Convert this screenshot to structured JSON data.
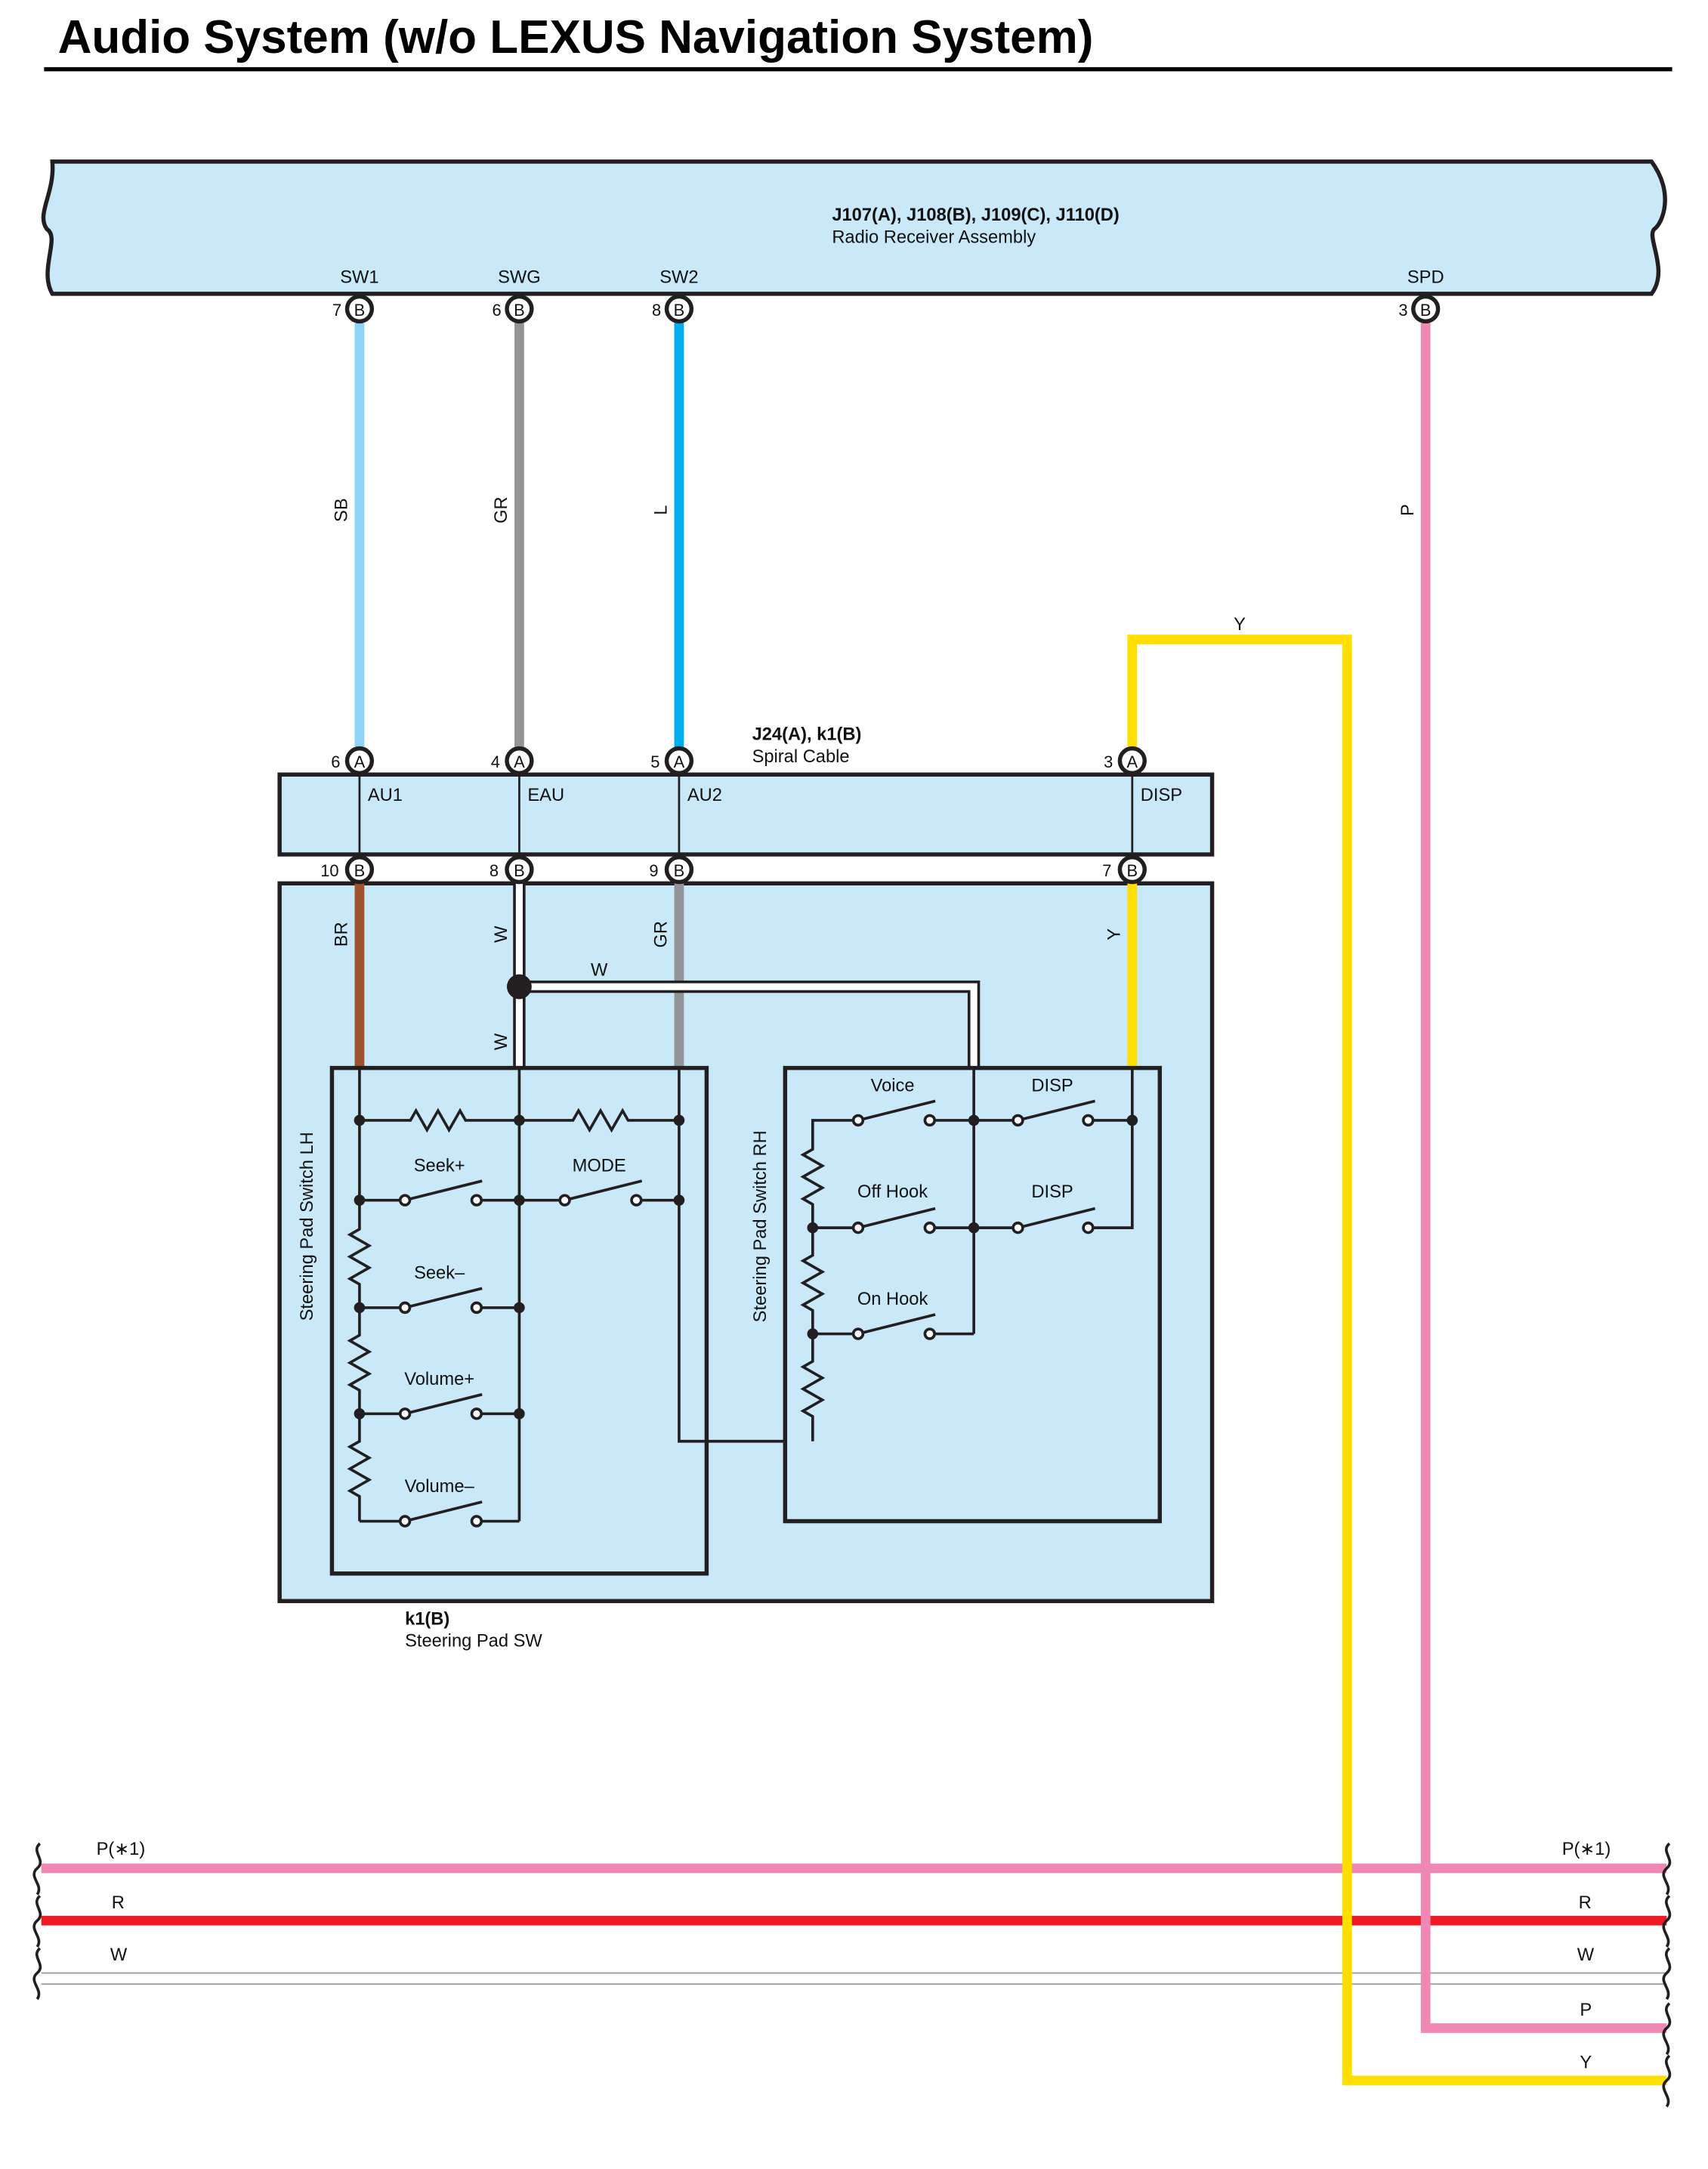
{
  "title": "Audio System (w/o LEXUS Navigation System)",
  "colors": {
    "body_fill": "#c9e8f8",
    "SB": "#8fd3f4",
    "GR": "#929497",
    "L": "#00aeef",
    "P": "#f088b6",
    "Y": "#ffde00",
    "R": "#ed1c24",
    "BR": "#a0522d",
    "W": "#ffffff"
  },
  "receiver": {
    "connectors": "J107(A), J108(B), J109(C), J110(D)",
    "name": "Radio Receiver Assembly",
    "terminals": [
      {
        "name": "SW1",
        "pin": "7",
        "conn": "B"
      },
      {
        "name": "SWG",
        "pin": "6",
        "conn": "B"
      },
      {
        "name": "SW2",
        "pin": "8",
        "conn": "B"
      },
      {
        "name": "SPD",
        "pin": "3",
        "conn": "B"
      }
    ]
  },
  "wires_upper": [
    {
      "color": "SB"
    },
    {
      "color": "GR"
    },
    {
      "color": "L"
    },
    {
      "color": "P"
    }
  ],
  "y_wire_label": "Y",
  "spiral": {
    "connectors": "J24(A), k1(B)",
    "name": "Spiral Cable",
    "top_terms": [
      {
        "pin": "6",
        "conn": "A",
        "name": "AU1"
      },
      {
        "pin": "4",
        "conn": "A",
        "name": "EAU"
      },
      {
        "pin": "5",
        "conn": "A",
        "name": "AU2"
      },
      {
        "pin": "3",
        "conn": "A",
        "name": "DISP"
      }
    ],
    "bottom_terms": [
      {
        "pin": "10",
        "conn": "B"
      },
      {
        "pin": "8",
        "conn": "B"
      },
      {
        "pin": "9",
        "conn": "B"
      },
      {
        "pin": "7",
        "conn": "B"
      }
    ]
  },
  "wires_lower": {
    "br": "BR",
    "w_top": "W",
    "w_horizontal": "W",
    "w_bottom": "W",
    "gr": "GR",
    "y": "Y"
  },
  "steering_pad": {
    "connector": "k1(B)",
    "name": "Steering Pad SW",
    "lh": {
      "label": "Steering Pad Switch LH",
      "switches": [
        "Seek+",
        "MODE",
        "Seek–",
        "Volume+",
        "Volume–"
      ]
    },
    "rh": {
      "label": "Steering Pad Switch RH",
      "switches": [
        "Voice",
        "DISP",
        "Off Hook",
        "DISP",
        "On Hook"
      ]
    }
  },
  "bus": {
    "left": [
      {
        "label": "P(∗1)",
        "color": "P"
      },
      {
        "label": "R",
        "color": "R"
      },
      {
        "label": "W",
        "color": "W"
      }
    ],
    "right": [
      {
        "label": "P(∗1)"
      },
      {
        "label": "R"
      },
      {
        "label": "W"
      },
      {
        "label": "P"
      },
      {
        "label": "Y"
      }
    ]
  }
}
